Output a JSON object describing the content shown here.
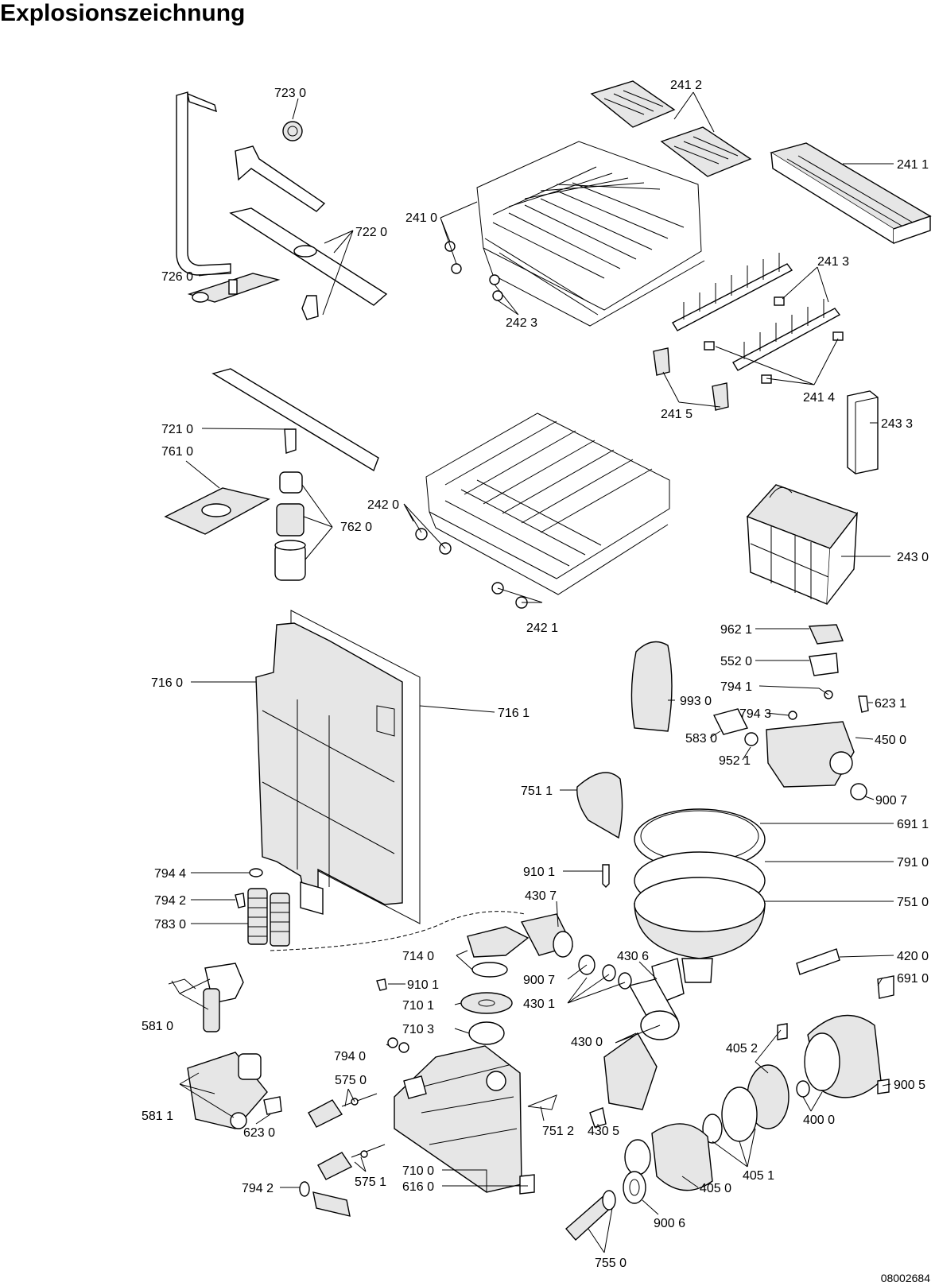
{
  "title": "Explosionszeichnung",
  "document_number": "08002684",
  "labels": [
    {
      "id": "723-0",
      "text": "723 0"
    },
    {
      "id": "722-0",
      "text": "722 0"
    },
    {
      "id": "726-0",
      "text": "726 0"
    },
    {
      "id": "241-0",
      "text": "241 0"
    },
    {
      "id": "242-3",
      "text": "242 3"
    },
    {
      "id": "241-2",
      "text": "241 2"
    },
    {
      "id": "241-1",
      "text": "241 1"
    },
    {
      "id": "241-3",
      "text": "241 3"
    },
    {
      "id": "241-4",
      "text": "241 4"
    },
    {
      "id": "241-5",
      "text": "241 5"
    },
    {
      "id": "243-3",
      "text": "243 3"
    },
    {
      "id": "721-0",
      "text": "721 0"
    },
    {
      "id": "761-0",
      "text": "761 0"
    },
    {
      "id": "762-0",
      "text": "762 0"
    },
    {
      "id": "242-0",
      "text": "242 0"
    },
    {
      "id": "242-1",
      "text": "242 1"
    },
    {
      "id": "243-0",
      "text": "243 0"
    },
    {
      "id": "716-0",
      "text": "716 0"
    },
    {
      "id": "716-1",
      "text": "716 1"
    },
    {
      "id": "962-1",
      "text": "962 1"
    },
    {
      "id": "552-0",
      "text": "552 0"
    },
    {
      "id": "794-1",
      "text": "794 1"
    },
    {
      "id": "623-1",
      "text": "623 1"
    },
    {
      "id": "993-0",
      "text": "993 0"
    },
    {
      "id": "794-3",
      "text": "794 3"
    },
    {
      "id": "583-0",
      "text": "583 0"
    },
    {
      "id": "450-0",
      "text": "450 0"
    },
    {
      "id": "952-1",
      "text": "952 1"
    },
    {
      "id": "751-1",
      "text": "751 1"
    },
    {
      "id": "900-7a",
      "text": "900 7"
    },
    {
      "id": "691-1",
      "text": "691 1"
    },
    {
      "id": "791-0",
      "text": "791 0"
    },
    {
      "id": "751-0",
      "text": "751 0"
    },
    {
      "id": "910-1a",
      "text": "910 1"
    },
    {
      "id": "794-4",
      "text": "794 4"
    },
    {
      "id": "794-2a",
      "text": "794 2"
    },
    {
      "id": "783-0",
      "text": "783 0"
    },
    {
      "id": "430-7",
      "text": "430 7"
    },
    {
      "id": "714-0",
      "text": "714 0"
    },
    {
      "id": "430-6",
      "text": "430 6"
    },
    {
      "id": "420-0",
      "text": "420 0"
    },
    {
      "id": "900-7b",
      "text": "900 7"
    },
    {
      "id": "910-1b",
      "text": "910 1"
    },
    {
      "id": "691-0",
      "text": "691 0"
    },
    {
      "id": "710-1",
      "text": "710 1"
    },
    {
      "id": "430-1",
      "text": "430 1"
    },
    {
      "id": "581-0",
      "text": "581 0"
    },
    {
      "id": "710-3",
      "text": "710 3"
    },
    {
      "id": "430-0",
      "text": "430 0"
    },
    {
      "id": "405-2",
      "text": "405 2"
    },
    {
      "id": "794-0",
      "text": "794 0"
    },
    {
      "id": "575-0",
      "text": "575 0"
    },
    {
      "id": "900-5",
      "text": "900 5"
    },
    {
      "id": "581-1",
      "text": "581 1"
    },
    {
      "id": "751-2",
      "text": "751 2"
    },
    {
      "id": "430-5",
      "text": "430 5"
    },
    {
      "id": "400-0",
      "text": "400 0"
    },
    {
      "id": "623-0",
      "text": "623 0"
    },
    {
      "id": "575-1",
      "text": "575 1"
    },
    {
      "id": "405-1",
      "text": "405 1"
    },
    {
      "id": "710-0",
      "text": "710 0"
    },
    {
      "id": "616-0",
      "text": "616 0"
    },
    {
      "id": "794-2b",
      "text": "794 2"
    },
    {
      "id": "405-0",
      "text": "405 0"
    },
    {
      "id": "900-6",
      "text": "900 6"
    },
    {
      "id": "755-0",
      "text": "755 0"
    }
  ]
}
